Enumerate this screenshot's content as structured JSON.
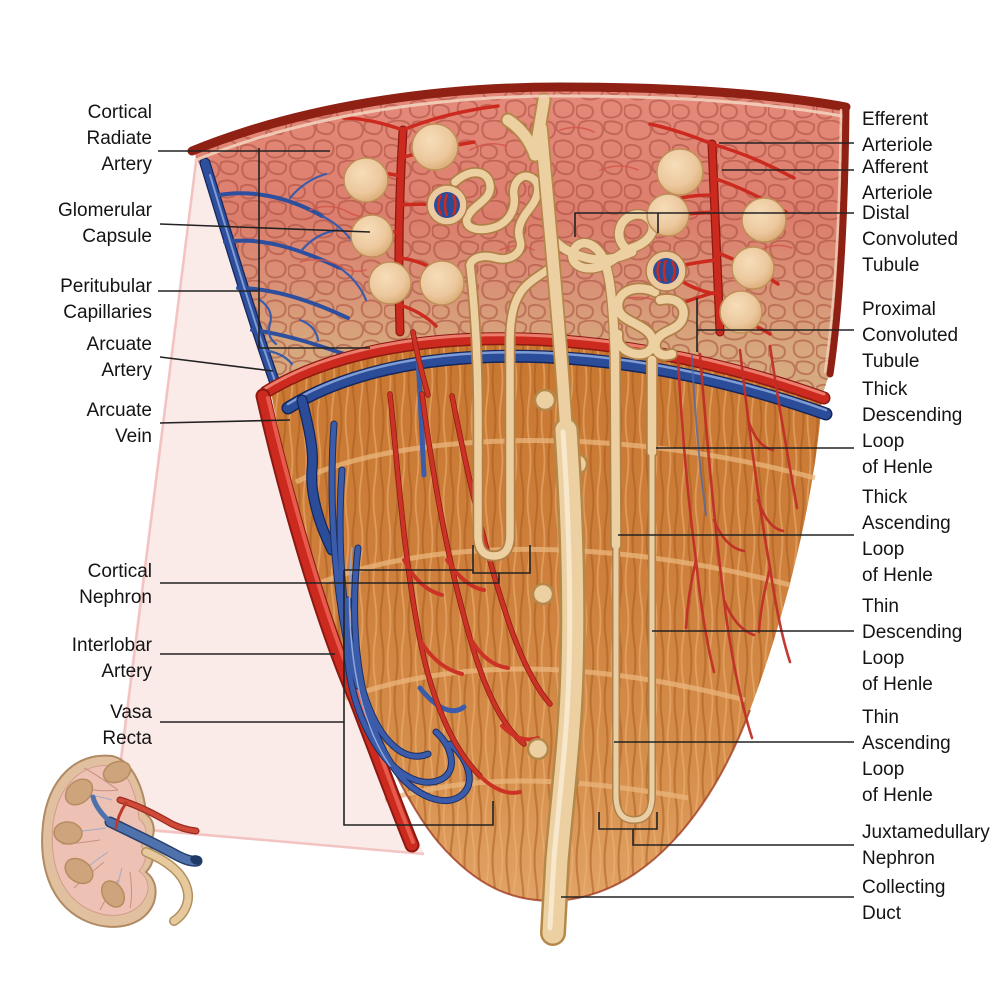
{
  "figure": {
    "kind": "anatomical diagram",
    "inset_icon": "kidney-cross-section-icon"
  },
  "labels": {
    "left": [
      {
        "id": "cortical-radiate-artery",
        "text": "Cortical\nRadiate\nArtery"
      },
      {
        "id": "glomerular-capsule",
        "text": "Glomerular\nCapsule"
      },
      {
        "id": "peritubular-capillaries",
        "text": "Peritubular\nCapillaries"
      },
      {
        "id": "arcuate-artery",
        "text": "Arcuate\nArtery"
      },
      {
        "id": "arcuate-vein",
        "text": "Arcuate\nVein"
      },
      {
        "id": "cortical-nephron",
        "text": "Cortical\nNephron"
      },
      {
        "id": "interlobar-artery",
        "text": "Interlobar\nArtery"
      },
      {
        "id": "vasa-recta",
        "text": "Vasa\nRecta"
      }
    ],
    "right": [
      {
        "id": "efferent-arteriole",
        "text": "Efferent\nArteriole"
      },
      {
        "id": "afferent-arteriole",
        "text": "Afferent\nArteriole"
      },
      {
        "id": "distal-convoluted-tubule",
        "text": "Distal\nConvoluted\nTubule"
      },
      {
        "id": "proximal-convoluted-tubule",
        "text": "Proximal\nConvoluted\nTubule"
      },
      {
        "id": "thick-descending-loop",
        "text": "Thick\nDescending\nLoop\nof Henle"
      },
      {
        "id": "thick-ascending-loop",
        "text": "Thick\nAscending\nLoop\nof Henle"
      },
      {
        "id": "thin-descending-loop",
        "text": "Thin\nDescending\nLoop\nof Henle"
      },
      {
        "id": "thin-ascending-loop",
        "text": "Thin\nAscending\nLoop\nof Henle"
      },
      {
        "id": "juxtamedullary-nephron",
        "text": "Juxtamedullary\nNephron"
      },
      {
        "id": "collecting-duct",
        "text": "Collecting\nDuct"
      }
    ]
  },
  "colors": {
    "label_text": "#141414",
    "leader_line": "#222222",
    "artery_red": "#cc2a1e",
    "vein_blue": "#2b4c98",
    "cortex_pink": "#dd7d6c",
    "medulla_orange": "#cd7e3a",
    "tubule_tan": "#ecd0a2",
    "rim_maroon": "#8e2014",
    "cone_pink": "#f4c6c2"
  }
}
